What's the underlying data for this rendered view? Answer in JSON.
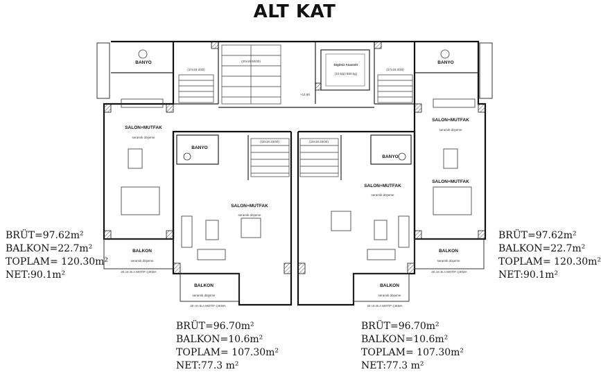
{
  "title": "ALT KAT",
  "labels": {
    "banyo": "BANYO",
    "salon_mutfak": "SALON+MUTFAK",
    "balkon": "BALKON",
    "asansor": "Digitsiz Asansör",
    "asansor_cap": "(10 kişi) 800 kg)",
    "stair_top": "(20x16.50/30)",
    "stair_left": "(17x19.4/30)",
    "stair_right": "(17x19.4/30)",
    "stair_mid_left": "(18x18.33/30)",
    "stair_mid_right": "(18x18.33/30)",
    "moulding": "20 cm B.A MOTİF ÇIKMA",
    "seramik": "seramik döşeme",
    "elev": "+14.90"
  },
  "apartments": {
    "left": {
      "brut": "BRÜT=97.62m²",
      "balkon": "BALKON=22.7m²",
      "toplam": "TOPLAM= 120.30m²",
      "net": "NET:90.1m²"
    },
    "right": {
      "brut": "BRÜT=97.62m²",
      "balkon": "BALKON=22.7m²",
      "toplam": "TOPLAM= 120.30m²",
      "net": "NET:90.1m²"
    },
    "mid_left": {
      "brut": "BRÜT=96.70m²",
      "balkon": "BALKON=10.6m²",
      "toplam": "TOPLAM= 107.30m²",
      "net": "NET:77.3 m²"
    },
    "mid_right": {
      "brut": "BRÜT=96.70m²",
      "balkon": "BALKON=10.6m²",
      "toplam": "TOPLAM= 107.30m²",
      "net": "NET:77.3 m²"
    }
  }
}
